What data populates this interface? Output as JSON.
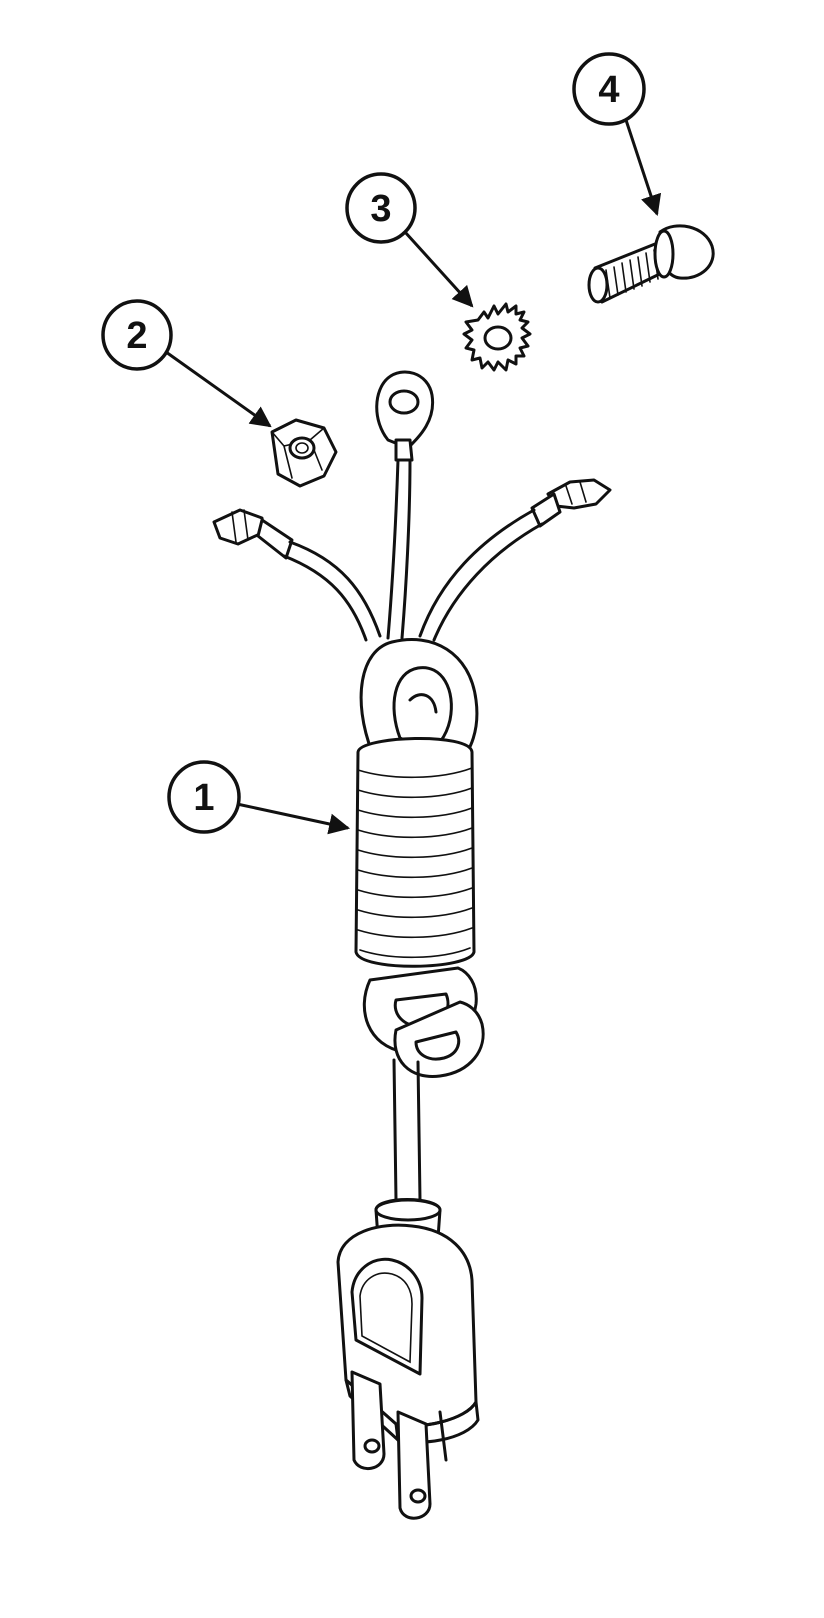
{
  "callouts": [
    {
      "id": "1",
      "label": "1",
      "part": "power-cord-harness"
    },
    {
      "id": "2",
      "label": "2",
      "part": "hex-nut"
    },
    {
      "id": "3",
      "label": "3",
      "part": "star-lock-washer"
    },
    {
      "id": "4",
      "label": "4",
      "part": "screw"
    }
  ],
  "colors": {
    "line": "#111111",
    "background": "#ffffff"
  }
}
